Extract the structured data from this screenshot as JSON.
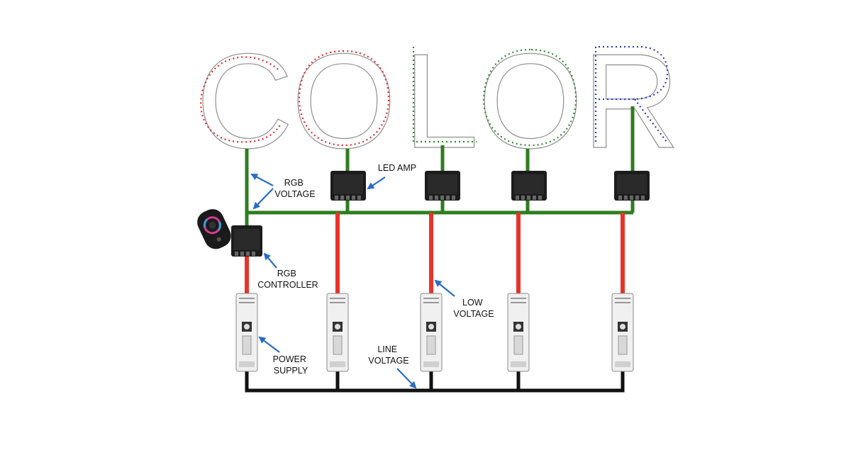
{
  "sign": {
    "letters": [
      "C",
      "O",
      "L",
      "O",
      "R"
    ],
    "colors": [
      "#e02b2b",
      "#e02b2b",
      "#2e8b2e",
      "#2e8b2e",
      "#2a3fc4"
    ]
  },
  "labels": {
    "rgb_voltage": [
      "RGB",
      "VOLTAGE"
    ],
    "led_amp": [
      "LED AMP"
    ],
    "rgb_controller": [
      "RGB",
      "CONTROLLER"
    ],
    "low_voltage": [
      "LOW",
      "VOLTAGE"
    ],
    "power_supply": [
      "POWER",
      "SUPPLY"
    ],
    "line_voltage": [
      "LINE",
      "VOLTAGE"
    ]
  },
  "wire_colors": {
    "rgb": "#2e7d1f",
    "low": "#e8332a",
    "line": "#111111",
    "arrow": "#2b6cc4"
  },
  "devices": {
    "amplifier_count": 4,
    "power_supply_count": 5
  }
}
